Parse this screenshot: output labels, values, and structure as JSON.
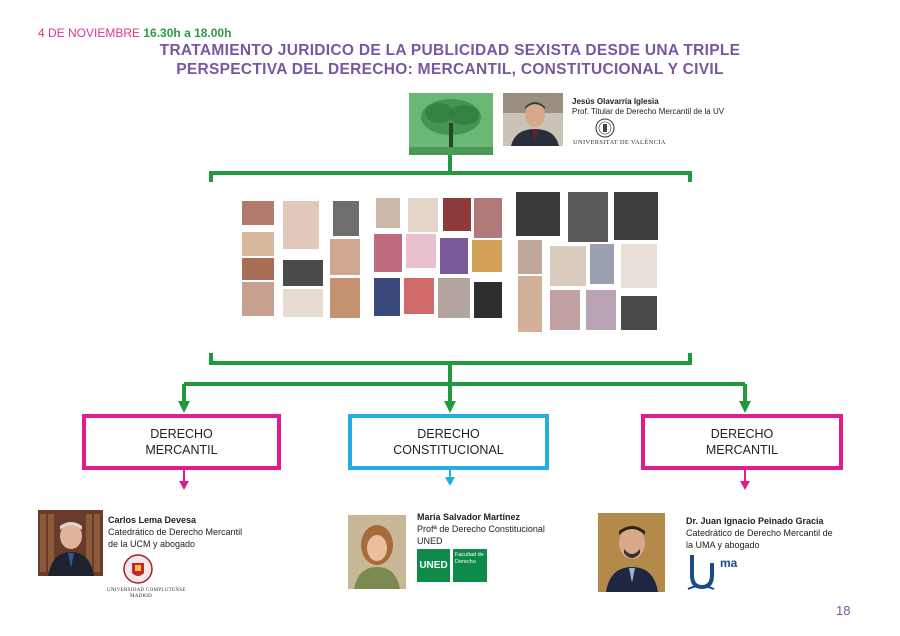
{
  "header": {
    "date": "4 DE NOVIEMBRE",
    "time": "16.30h a 18.00h",
    "title_line1": "TRATAMIENTO  JURIDICO DE LA PUBLICIDAD SEXISTA DESDE UNA TRIPLE",
    "title_line2": "PERSPECTIVA DEL DERECHO: MERCANTIL, CONSTITUCIONAL Y CIVIL"
  },
  "presenter": {
    "name": "Jesús Olavarría Iglesia",
    "role": "Prof. Titular de Derecho Mercantil de la UV",
    "university": "UNIVERSITAT DE VALÈNCIA"
  },
  "boxes": [
    {
      "line1": "DERECHO",
      "line2": "MERCANTIL"
    },
    {
      "line1": "DERECHO",
      "line2": "CONSTITUCIONAL"
    },
    {
      "line1": "DERECHO",
      "line2": "MERCANTIL"
    }
  ],
  "speakers": [
    {
      "name": "Carlos Lema Devesa",
      "role1": "Catedrático de Derecho Mercantil",
      "role2": "de la UCM y abogado",
      "logo_text1": "UNIVERSIDAD COMPLUTENSE",
      "logo_text2": "MADRID"
    },
    {
      "name": "María Salvador Martínez",
      "role1": "Profª  de Derecho Constitucional",
      "role2": "UNED",
      "logo_text1": "UNED",
      "logo_text2": "Facultad de Derecho"
    },
    {
      "name": "Dr. Juan Ignacio Peinado Gracia",
      "role1": "Catedrático de Derecho Mercantil de",
      "role2": "la UMA y abogado",
      "logo_text1": "ma"
    }
  ],
  "page_number": "18",
  "colors": {
    "green": "#1f9a3c",
    "pink": "#e01d8e",
    "blue": "#22aee3",
    "purple": "#7a55a0"
  }
}
